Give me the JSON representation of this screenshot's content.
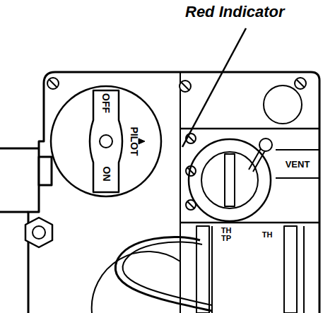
{
  "diagram": {
    "labels": [
      "Red Indicator",
      "OFF",
      "PILOT",
      "ON",
      "VENT",
      "TH TP",
      "TH"
    ]
  }
}
